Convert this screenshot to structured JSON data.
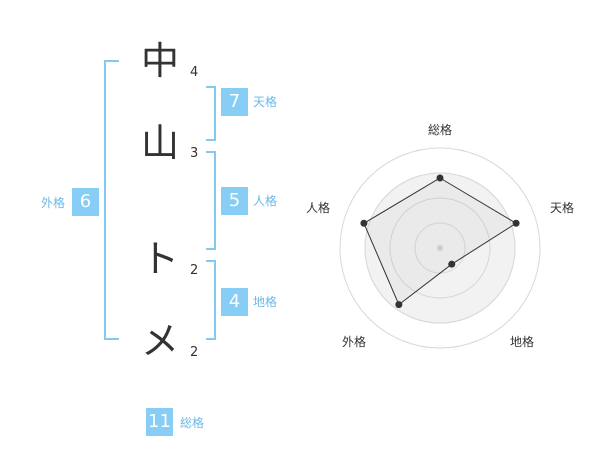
{
  "name": {
    "characters": [
      {
        "char": "中",
        "strokes": "4"
      },
      {
        "char": "山",
        "strokes": "3"
      },
      {
        "char": "ト",
        "strokes": "2"
      },
      {
        "char": "メ",
        "strokes": "2"
      }
    ]
  },
  "fortunes": {
    "tenkaku": {
      "value": "7",
      "label": "天格"
    },
    "jinkaku": {
      "value": "5",
      "label": "人格"
    },
    "chikaku": {
      "value": "4",
      "label": "地格"
    },
    "gaikaku": {
      "value": "6",
      "label": "外格"
    },
    "soukaku": {
      "value": "11",
      "label": "総格"
    }
  },
  "colors": {
    "accent": "#87cdf5",
    "bracket": "#84c9f0",
    "text": "#333333"
  },
  "chart_data": {
    "type": "radar",
    "axes": [
      "総格",
      "天格",
      "地格",
      "外格",
      "人格"
    ],
    "values": [
      0.7,
      0.8,
      0.2,
      0.7,
      0.8
    ],
    "range": [
      0,
      1
    ],
    "rings": 4,
    "grid": true
  }
}
